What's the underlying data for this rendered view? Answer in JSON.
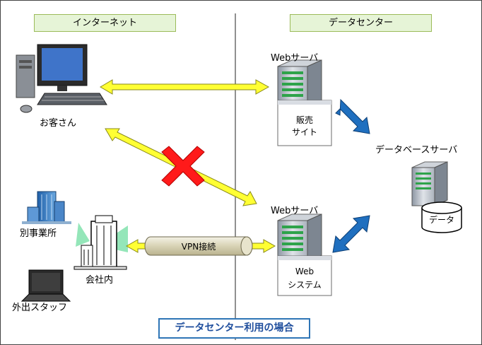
{
  "headers": {
    "internet": "インターネット",
    "datacenter": "データセンター"
  },
  "nodes": {
    "customer": "お客さん",
    "branch_office": "別事業所",
    "company": "会社内",
    "remote_staff": "外出スタッフ",
    "web_server_1": "Webサーバ",
    "web_server_2": "Webサーバ",
    "db_server": "データベースサーバ",
    "sales_site": [
      "販売",
      "サイト"
    ],
    "web_system": [
      "Web",
      "システム"
    ],
    "data": "データ"
  },
  "vpn_label": "VPN接続",
  "caption": "データセンター利用の場合",
  "colors": {
    "header_fill": "#e6f4d7",
    "header_border": "#9bbb59",
    "arrow_yellow": "#ffff33",
    "arrow_double_blue": "#1f6fbf",
    "blocked_x": "#ff0000",
    "caption_border": "#2e75b6",
    "caption_text": "#1f4e9d"
  },
  "icons": [
    "desktop-pc-icon",
    "office-building-icon",
    "laptop-icon",
    "server-tower-icon",
    "database-cylinder-icon",
    "cross-icon"
  ]
}
